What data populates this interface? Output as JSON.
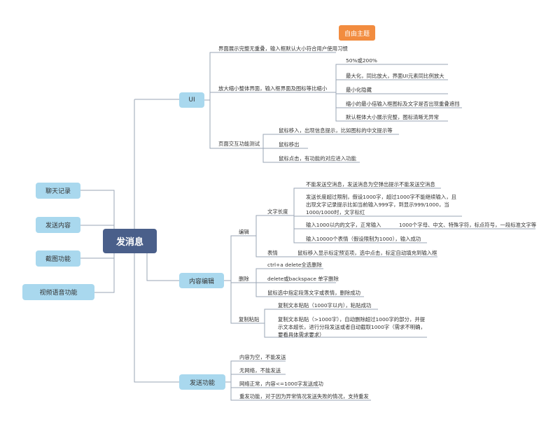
{
  "tag": "自由主题",
  "root": "发消息",
  "left_branches": [
    "聊天记录",
    "发送内容",
    "截图功能",
    "视频语音功能"
  ],
  "ui": {
    "label": "UI",
    "item1": "界面展示完整无重叠，输入框默认大小符合用户使用习惯",
    "item2": "放大缩小整体界面，输入框界面及图标等比缩小",
    "item2_children": [
      "50%或200%",
      "最大化，同比放大，界面UI元素同比例放大",
      "最小化隐藏",
      "缩小的最小倍输入框图标及文字是否出现重叠遮挡",
      "默认框体大小展示完整，图标清晰无异常"
    ],
    "item3": "页面交互功能测试",
    "item3_children": [
      "鼠标移入，出现信息提示，比如图标的中文提示等",
      "鼠标移出",
      "鼠标点击，有功能的对应进入功能"
    ]
  },
  "content": {
    "label": "内容编辑",
    "edit": {
      "label": "编辑",
      "text_length": {
        "label": "文字长度",
        "items": [
          "不能发送空消息，发送消息为空弹出提示不能发送空消息",
          "发送长度超过限制，假设1000字，超过1000字不能继续输入，且出现文字记录提示比如当前输入999字，到显示999/1000，当1000/1000时，文字标红",
          "输入1000以内的文字，正常输入",
          "输入10000个表情（假设限制为1000），输入成功"
        ],
        "sub_of_item3": "1000个字母、中文、特殊字符，标点符号，一段标准文字等"
      },
      "emoji_label": "表情",
      "emoji_item": "鼠标移入显示标定预览项，选中点击，标定自动填充到输入框"
    },
    "delete": {
      "label": "删除",
      "items": [
        "ctrl+a  delete全选删除",
        "delete或backspace 单字删除",
        "鼠标选中指定段落文字或表情，删除成功"
      ]
    },
    "paste": {
      "label": "复制粘贴",
      "items": [
        "复制文本粘贴（1000字以内），粘贴成功",
        "复制文本粘贴（>1000字），自动删除超过1000字的部分，并提示文本超长，进行分段发送或者自动截取1000字（需求不明确，要看具体需求要求）"
      ]
    }
  },
  "send": {
    "label": "发送功能",
    "items": [
      "内容为空，不能发送",
      "无网络，不能发送",
      "网络正常，内容<=1000字发送成功",
      "重发功能，对于因为异常情况发送失败的情况，支持重发"
    ]
  },
  "colors": {
    "line": "#9aa6b6",
    "root": "#4a5f8a",
    "branch": "#a9d8ee",
    "tag": "#f28c3f"
  }
}
